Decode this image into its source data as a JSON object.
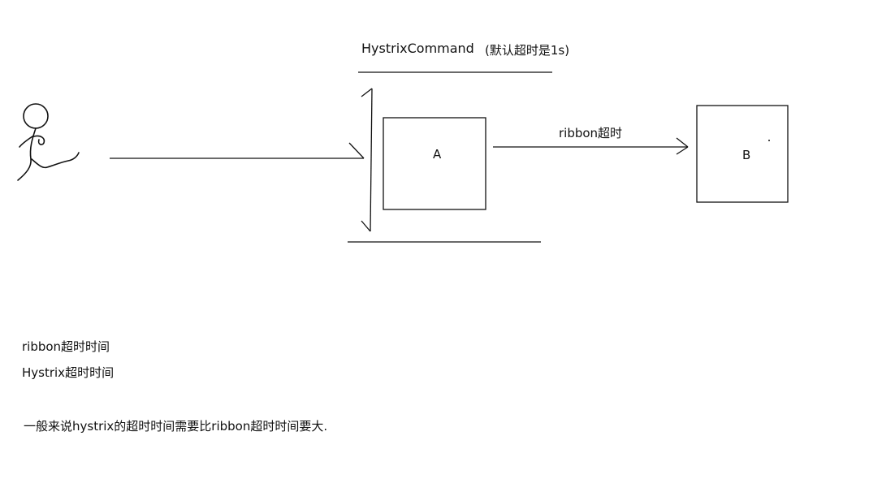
{
  "diagram": {
    "command_title": "HystrixCommand",
    "command_note": "(默认超时是1s)",
    "service_a_label": "A",
    "service_b_label": "B",
    "arrow_label": "ribbon超时",
    "notes": [
      "ribbon超时时间",
      "Hystrix超时时间",
      "一般来说hystrix的超时时间需要比ribbon超时时间要大."
    ],
    "colors": {
      "background": "#ffffff",
      "ink": "#111111"
    }
  }
}
